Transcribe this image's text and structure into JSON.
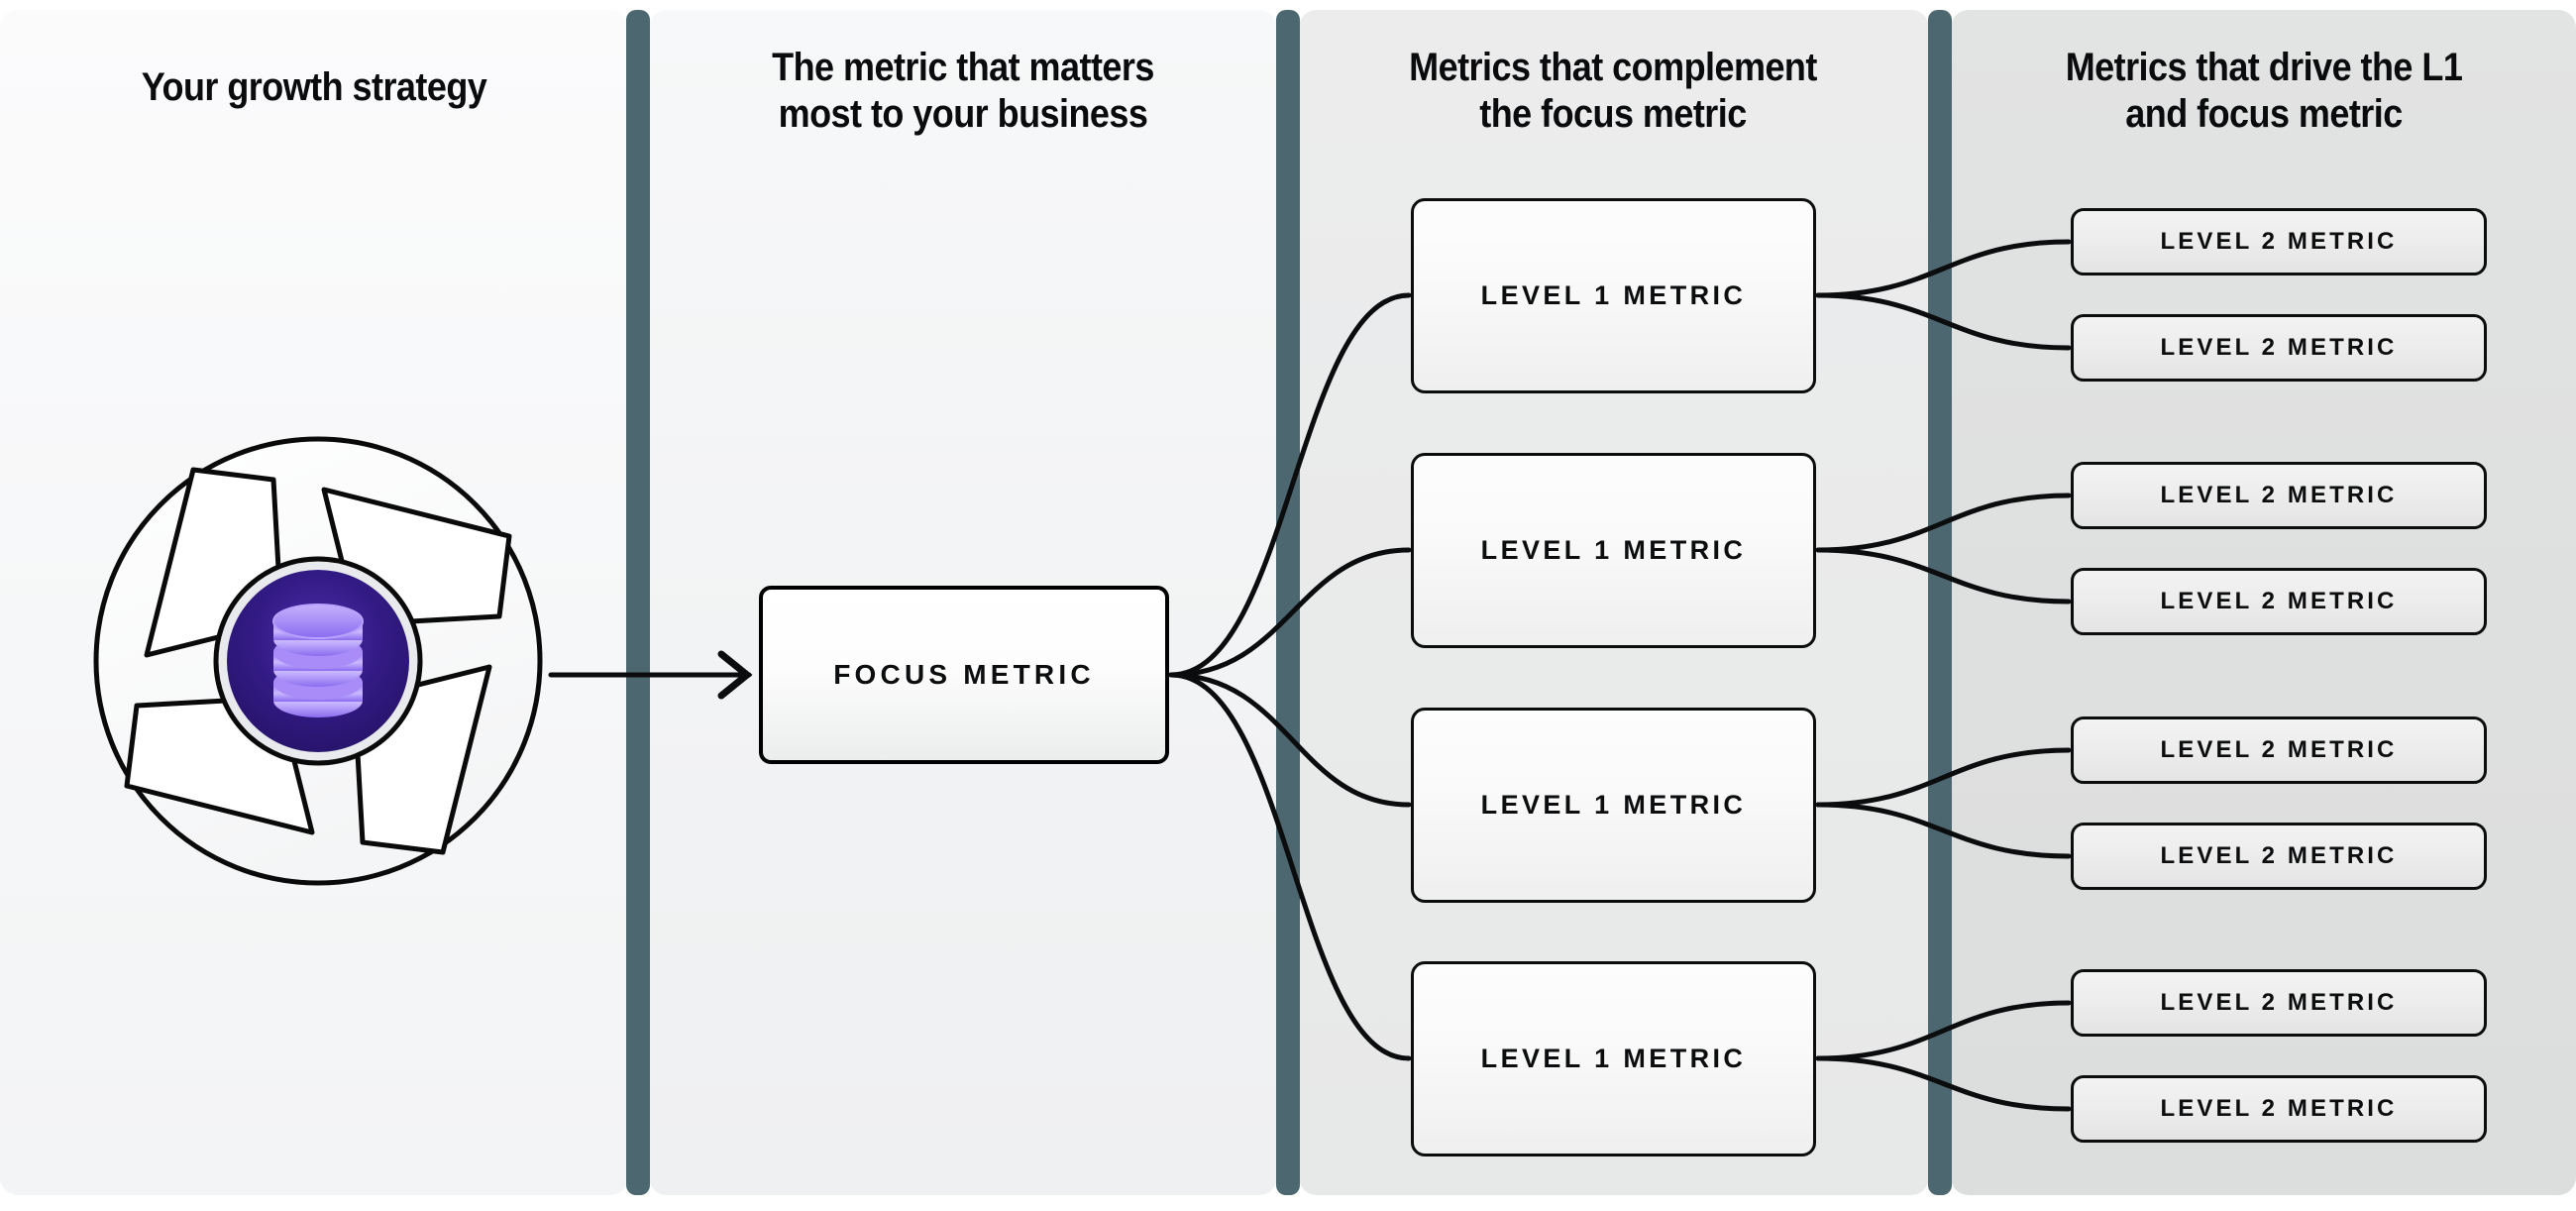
{
  "columns": [
    {
      "id": "growth-strategy",
      "lines": [
        "Your growth strategy"
      ]
    },
    {
      "id": "focus-metric",
      "lines": [
        "The metric that matters",
        "most to your business"
      ]
    },
    {
      "id": "complement-metrics",
      "lines": [
        "Metrics that complement",
        "the focus metric"
      ]
    },
    {
      "id": "driver-metrics",
      "lines": [
        "Metrics that drive the L1",
        "and focus metric"
      ]
    }
  ],
  "logo": {
    "icon": "database-icon",
    "shape": "aperture-circle",
    "core_color": "#2c1773",
    "icon_color": "#a78bfa",
    "ring_color": "#e9eaee",
    "stroke_color": "#0a0a0a"
  },
  "focus_node": {
    "label": "FOCUS METRIC"
  },
  "level1_nodes": [
    {
      "label": "LEVEL 1 METRIC"
    },
    {
      "label": "LEVEL 1 METRIC"
    },
    {
      "label": "LEVEL 1 METRIC"
    },
    {
      "label": "LEVEL 1 METRIC"
    }
  ],
  "level2_nodes": [
    {
      "label": "LEVEL 2 METRIC"
    },
    {
      "label": "LEVEL 2 METRIC"
    },
    {
      "label": "LEVEL 2 METRIC"
    },
    {
      "label": "LEVEL 2 METRIC"
    },
    {
      "label": "LEVEL 2 METRIC"
    },
    {
      "label": "LEVEL 2 METRIC"
    },
    {
      "label": "LEVEL 2 METRIC"
    },
    {
      "label": "LEVEL 2 METRIC"
    }
  ],
  "palette": {
    "divider": "#4d6770",
    "panel_1": "#f7f8f9",
    "panel_2": "#f2f3f4",
    "panel_3": "#e9eaea",
    "panel_4": "#dedfdf",
    "stroke": "#0b0c0d",
    "text": "#0c0d0e",
    "accent_purple": "#2c1773"
  }
}
